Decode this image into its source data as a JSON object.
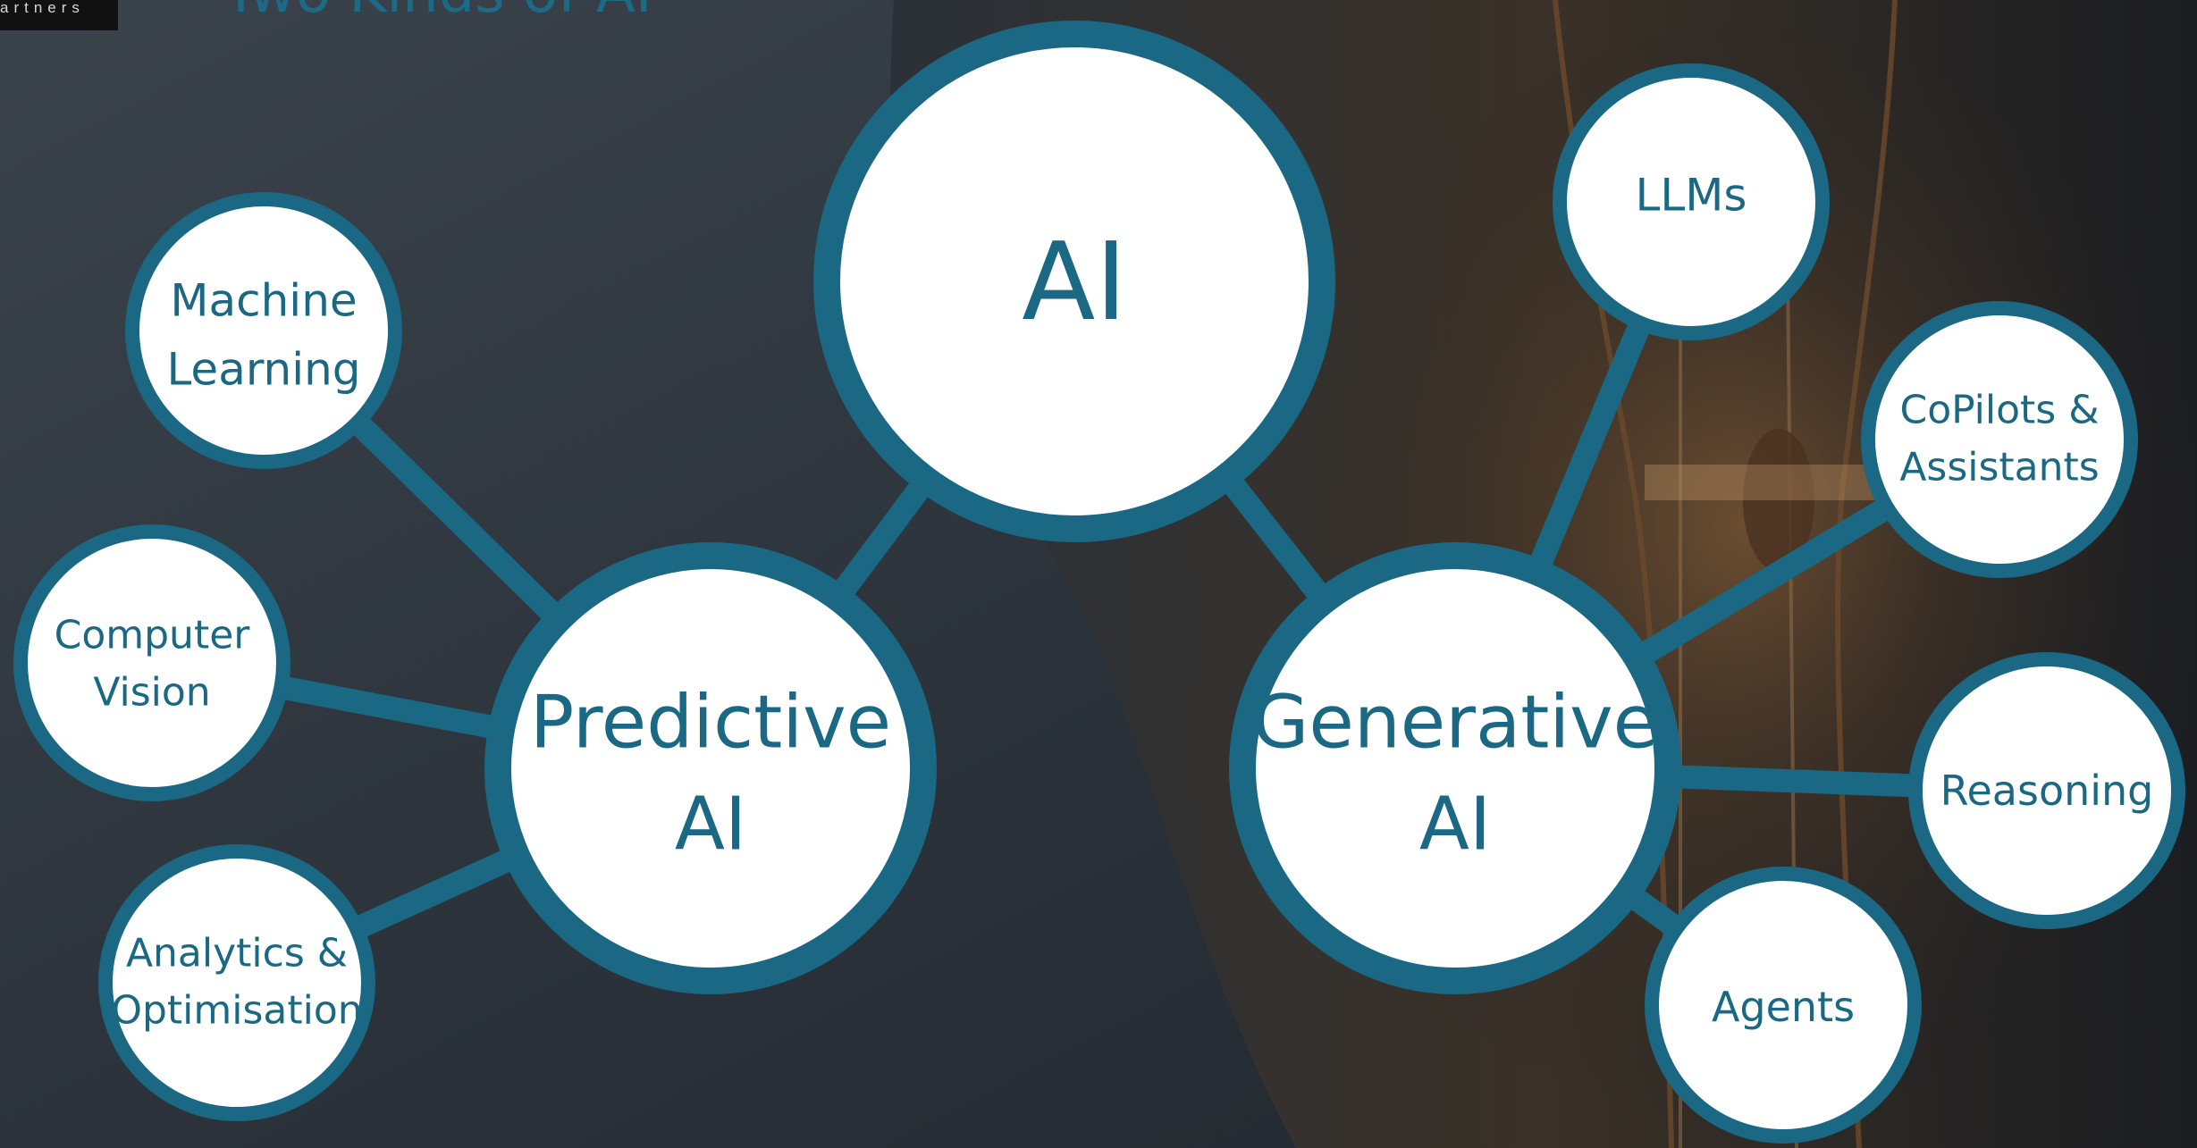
{
  "header": {
    "logo_text": "artners",
    "title": "Two Kinds of AI"
  },
  "colors": {
    "ring": "#1a6883",
    "node_fill": "#ffffff",
    "label": "#1a6883",
    "background": "#2a3038"
  },
  "diagram": {
    "root": {
      "id": "ai",
      "lines": [
        "AI"
      ]
    },
    "branches": [
      {
        "id": "predictive",
        "lines": [
          "Predictive",
          "AI"
        ]
      },
      {
        "id": "generative",
        "lines": [
          "Generative",
          "AI"
        ]
      }
    ],
    "predictive_children": [
      {
        "id": "machine-learning",
        "lines": [
          "Machine",
          "Learning"
        ]
      },
      {
        "id": "computer-vision",
        "lines": [
          "Computer",
          "Vision"
        ]
      },
      {
        "id": "analytics",
        "lines": [
          "Analytics &",
          "Optimisation"
        ]
      }
    ],
    "generative_children": [
      {
        "id": "llms",
        "lines": [
          "LLMs"
        ]
      },
      {
        "id": "copilots",
        "lines": [
          "CoPilots &",
          "Assistants"
        ]
      },
      {
        "id": "reasoning",
        "lines": [
          "Reasoning"
        ]
      },
      {
        "id": "agents",
        "lines": [
          "Agents"
        ]
      }
    ]
  }
}
